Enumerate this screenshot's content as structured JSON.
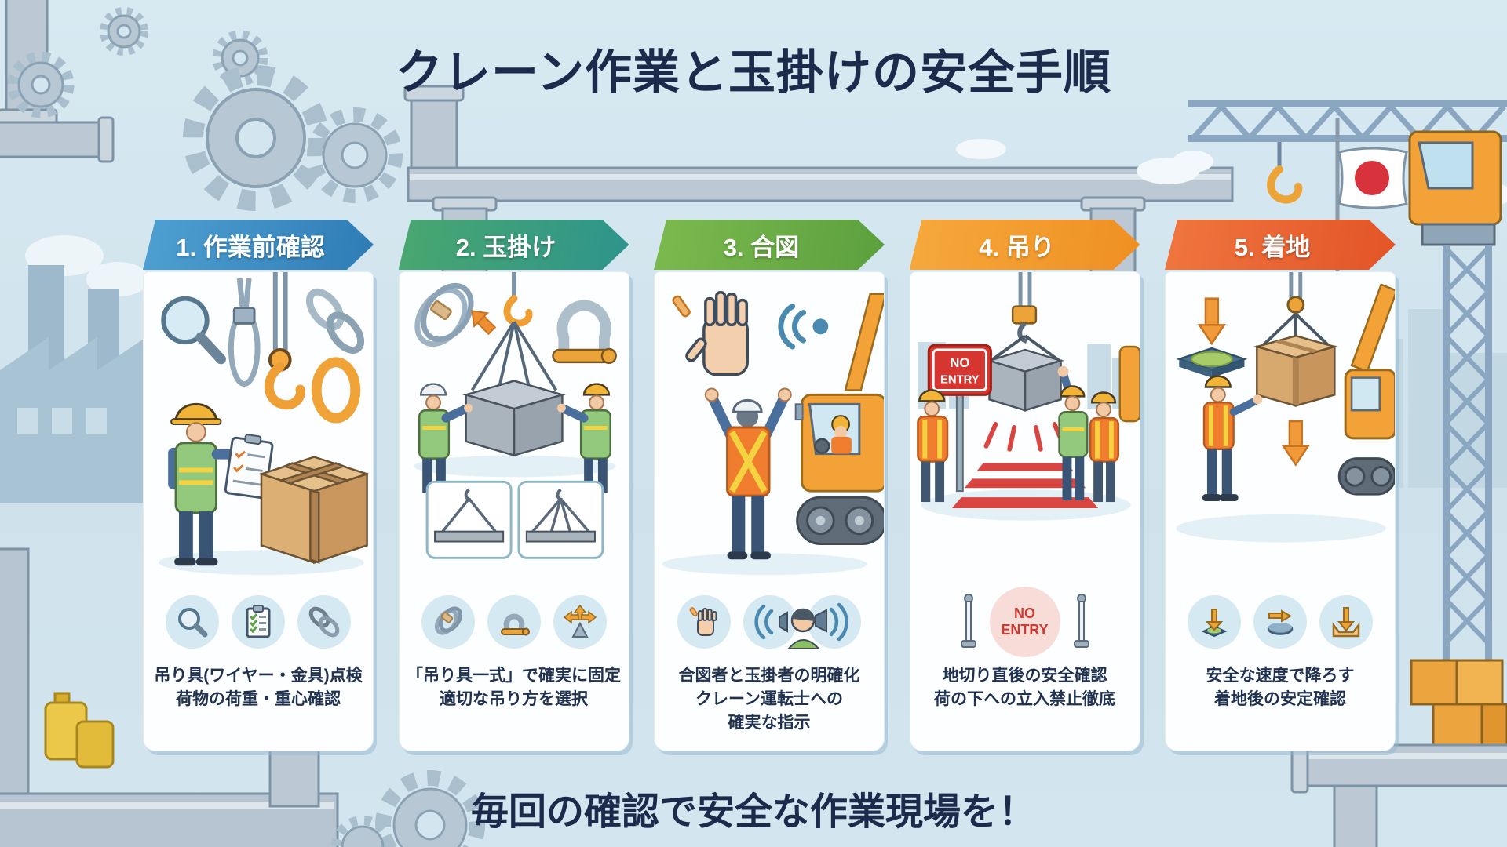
{
  "title": "クレーン作業と玉掛けの安全手順",
  "footer": "毎回の確認で安全な作業現場を！",
  "colors": {
    "background": "#d3e6ef",
    "card": "#fdfeff",
    "title_text": "#1b2b4c",
    "caption_text": "#20324f",
    "no_entry_red": "#cc3a32",
    "flag_red": "#d8333c"
  },
  "flag": {
    "name": "japan-flag"
  },
  "no_entry": {
    "sign_lines": [
      "NO",
      "ENTRY"
    ],
    "icon_lines": [
      "NO",
      "ENTRY"
    ]
  },
  "steps": [
    {
      "label": "1. 作業前確認",
      "gradient": [
        "#4fa0d2",
        "#2f7cb5"
      ],
      "caption_lines": [
        "吊り具(ワイヤー・金具)点検",
        "荷物の荷重・重心確認"
      ],
      "icon_names": [
        "magnifier-icon",
        "checklist-icon",
        "chain-icon"
      ]
    },
    {
      "label": "2. 玉掛け",
      "gradient": [
        "#4aa76f",
        "#2d948c"
      ],
      "caption_lines": [
        "「吊り具一式」で確実に固定",
        "適切な吊り方を選択"
      ],
      "icon_names": [
        "rope-icon",
        "shackle-icon",
        "direction-arrows-icon"
      ]
    },
    {
      "label": "3. 合図",
      "gradient": [
        "#7cba4e",
        "#5ba03e"
      ],
      "caption_lines": [
        "合図者と玉掛者の明確化",
        "クレーン運転士への",
        "確実な指示"
      ],
      "icon_names": [
        "signal-hand-icon",
        "voice-signal-icon"
      ]
    },
    {
      "label": "4. 吊り",
      "gradient": [
        "#f6a93c",
        "#ef8f22"
      ],
      "caption_lines": [
        "地切り直後の安全確認",
        "荷の下への立入禁止徹底"
      ],
      "icon_names": [
        "no-entry-barrier-icon"
      ]
    },
    {
      "label": "5. 着地",
      "gradient": [
        "#f0763f",
        "#e25427"
      ],
      "caption_lines": [
        "安全な速度で降ろす",
        "着地後の安定確認"
      ],
      "icon_names": [
        "landing-pad-arrow-icon",
        "pad-move-icon",
        "set-down-arrow-icon"
      ]
    }
  ]
}
